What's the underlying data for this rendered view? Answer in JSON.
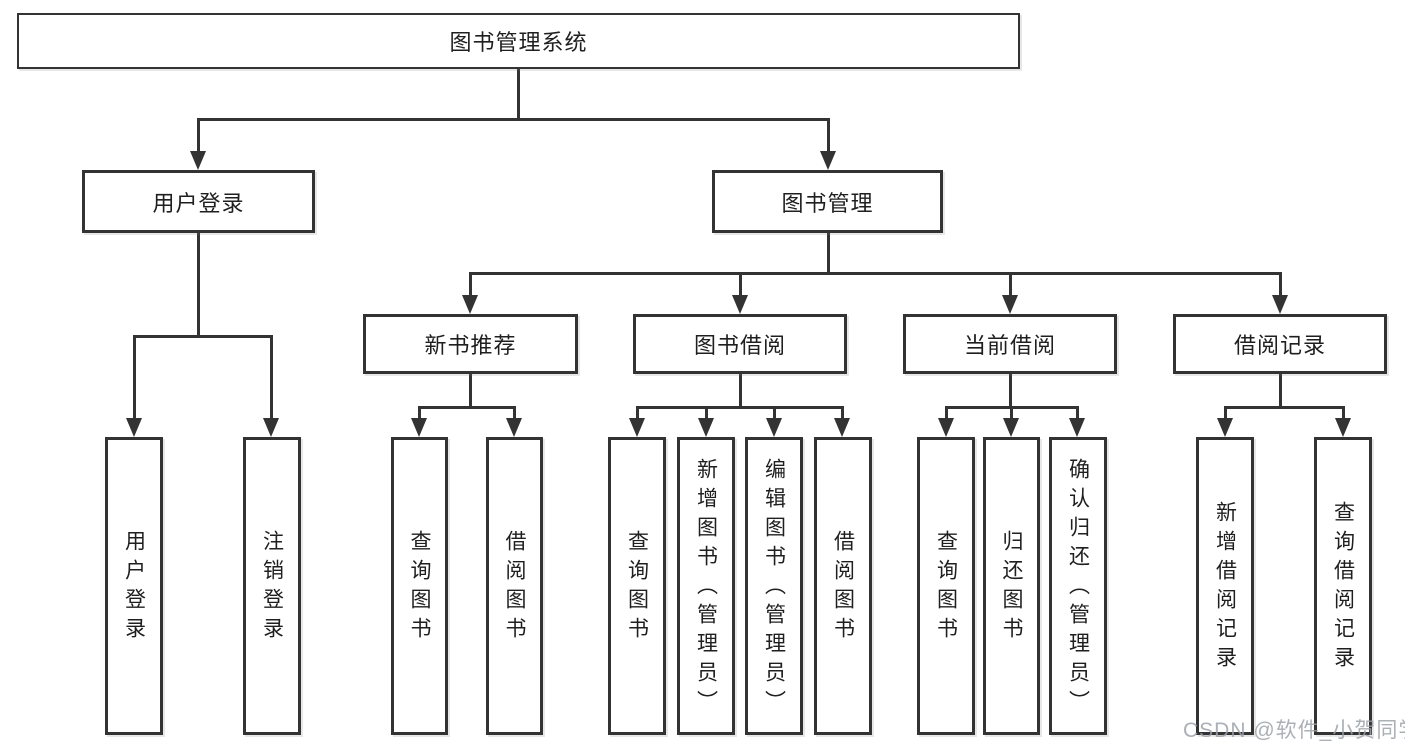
{
  "colors": {
    "line": "#333333",
    "text": "#1f1f1f",
    "background": "#ffffff",
    "watermark": "#9ca2aa"
  },
  "root": {
    "label": "图书管理系统"
  },
  "login": {
    "label": "用户登录",
    "children": [
      {
        "label": "用户登录"
      },
      {
        "label": "注销登录"
      }
    ]
  },
  "manage": {
    "label": "图书管理",
    "groups": [
      {
        "label": "新书推荐",
        "children": [
          {
            "label": "查询图书"
          },
          {
            "label": "借阅图书"
          }
        ]
      },
      {
        "label": "图书借阅",
        "children": [
          {
            "label": "查询图书"
          },
          {
            "label": "新增图书（管理员）"
          },
          {
            "label": "编辑图书（管理员）"
          },
          {
            "label": "借阅图书"
          }
        ]
      },
      {
        "label": "当前借阅",
        "children": [
          {
            "label": "查询图书"
          },
          {
            "label": "归还图书"
          },
          {
            "label": "确认归还（管理员）"
          }
        ]
      },
      {
        "label": "借阅记录",
        "children": [
          {
            "label": "新增借阅记录"
          },
          {
            "label": "查询借阅记录"
          }
        ]
      }
    ]
  },
  "watermark": {
    "text": "CSDN @软件_小贺同学"
  }
}
